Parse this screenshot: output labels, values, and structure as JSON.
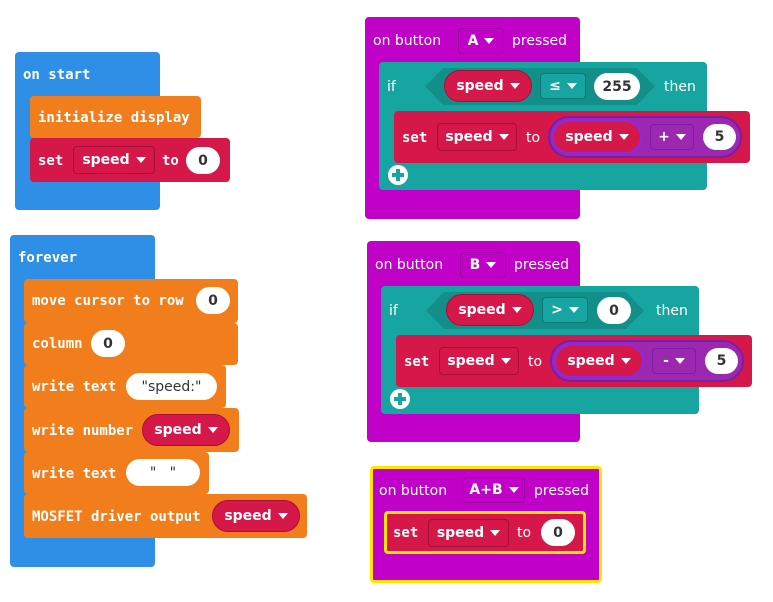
{
  "on_start": {
    "label": "on start",
    "init_display": "initialize display",
    "set": "set",
    "var": "speed",
    "to": "to",
    "value": "0"
  },
  "forever": {
    "label": "forever",
    "move_cursor": "move cursor to row",
    "row_value": "0",
    "column": "column",
    "column_value": "0",
    "write_text_1": "write text",
    "text_1": "\"speed:\"",
    "write_number": "write number",
    "number_var": "speed",
    "write_text_2": "write text",
    "text_2": "\"   \"",
    "mosfet": "MOSFET driver output",
    "mosfet_var": "speed"
  },
  "button_a": {
    "on_button": "on button",
    "button": "A",
    "pressed": "pressed",
    "if": "if",
    "cond_var": "speed",
    "op": "≤",
    "cond_value": "255",
    "then": "then",
    "set": "set",
    "set_var": "speed",
    "to": "to",
    "expr_var": "speed",
    "expr_op": "+",
    "expr_value": "5"
  },
  "button_b": {
    "on_button": "on button",
    "button": "B",
    "pressed": "pressed",
    "if": "if",
    "cond_var": "speed",
    "op": ">",
    "cond_value": "0",
    "then": "then",
    "set": "set",
    "set_var": "speed",
    "to": "to",
    "expr_var": "speed",
    "expr_op": "-",
    "expr_value": "5"
  },
  "button_ab": {
    "on_button": "on button",
    "button": "A+B",
    "pressed": "pressed",
    "set": "set",
    "set_var": "speed",
    "to": "to",
    "value": "0"
  },
  "colors": {
    "events": "#2f8fe6",
    "display": "#f27d1c",
    "variables": "#d6174a",
    "input": "#c100c8",
    "logic": "#16a5a0",
    "highlight": "#ffe600"
  }
}
